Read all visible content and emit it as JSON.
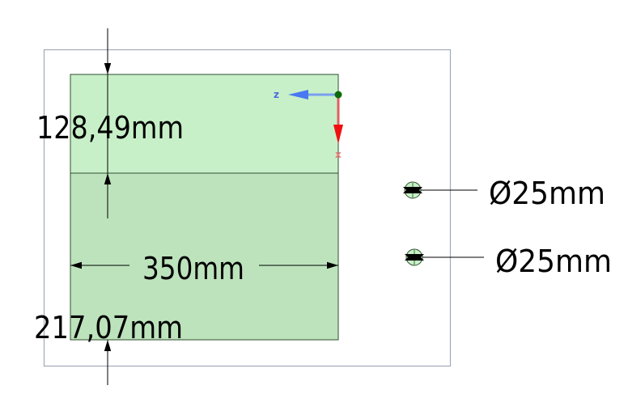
{
  "drawing": {
    "dimensions": {
      "top_offset": "128,49mm",
      "width": "350mm",
      "bottom_offset": "217,07mm",
      "hole_1_diameter": "Ø25mm",
      "hole_2_diameter": "Ø25mm"
    },
    "axes": {
      "horizontal_label": "z",
      "vertical_label": "x"
    },
    "colors": {
      "frame": "#9eabba",
      "part_top": "#c8f0c8",
      "part_bottom": "#bde3bd",
      "axis_z": "#4a78f0",
      "axis_x": "#e82020",
      "origin": "#0a6a0a"
    }
  }
}
